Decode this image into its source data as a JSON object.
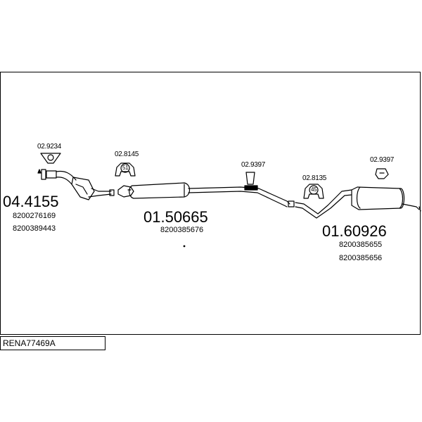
{
  "assembly_code": "RENA77469A",
  "parts": {
    "catalytic_converter": {
      "number": "04.4155",
      "oem": [
        "8200276169",
        "8200389443"
      ]
    },
    "center_silencer": {
      "number": "01.50665",
      "oem": [
        "8200385676"
      ]
    },
    "rear_silencer": {
      "number": "01.60926",
      "oem": [
        "8200385655",
        "8200385656"
      ]
    }
  },
  "fittings": {
    "flange_gasket": {
      "number": "02.9234"
    },
    "clamp_front": {
      "number": "02.8145",
      "size": "51"
    },
    "hanger_center": {
      "number": "02.9397"
    },
    "clamp_rear": {
      "number": "02.8135",
      "size": "45"
    },
    "hanger_rear": {
      "number": "02.9397"
    }
  }
}
